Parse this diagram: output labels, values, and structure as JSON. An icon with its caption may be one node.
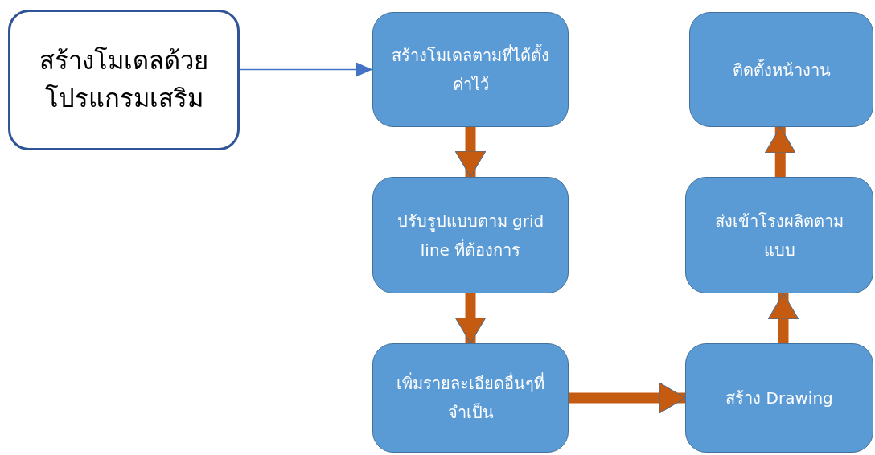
{
  "diagram": {
    "nodes": [
      {
        "text": [
          "สร้างโมเดลด้วยโปรแกรมเสริม"
        ]
      },
      {
        "text": [
          "สร้างโมเดลตามที่ได้ตั้งค่าไว้"
        ]
      },
      {
        "text": [
          "ปรับรูปแบบตาม grid line ที่ต้องการ"
        ]
      },
      {
        "text": [
          "เพิ่มรายละเอียดอื่นๆที่จำเป็น"
        ]
      },
      {
        "text": [
          "สร้าง Drawing"
        ]
      },
      {
        "text": [
          "ส่งเข้าโรงผลิตตามแบบ"
        ]
      },
      {
        "text": [
          "ติดตั้งหน้างาน"
        ]
      }
    ],
    "edges": [
      {
        "from": 0,
        "to": 1,
        "arrow": "to",
        "color": "#4472c4"
      },
      {
        "from": 1,
        "to": 2,
        "arrow": "to"
      },
      {
        "from": 2,
        "to": 3,
        "arrow": "to"
      },
      {
        "from": 3,
        "to": 4,
        "arrow": "to"
      },
      {
        "from": 4,
        "to": 5,
        "arrow": "to"
      },
      {
        "from": 5,
        "to": 6,
        "arrow": "to"
      }
    ]
  }
}
